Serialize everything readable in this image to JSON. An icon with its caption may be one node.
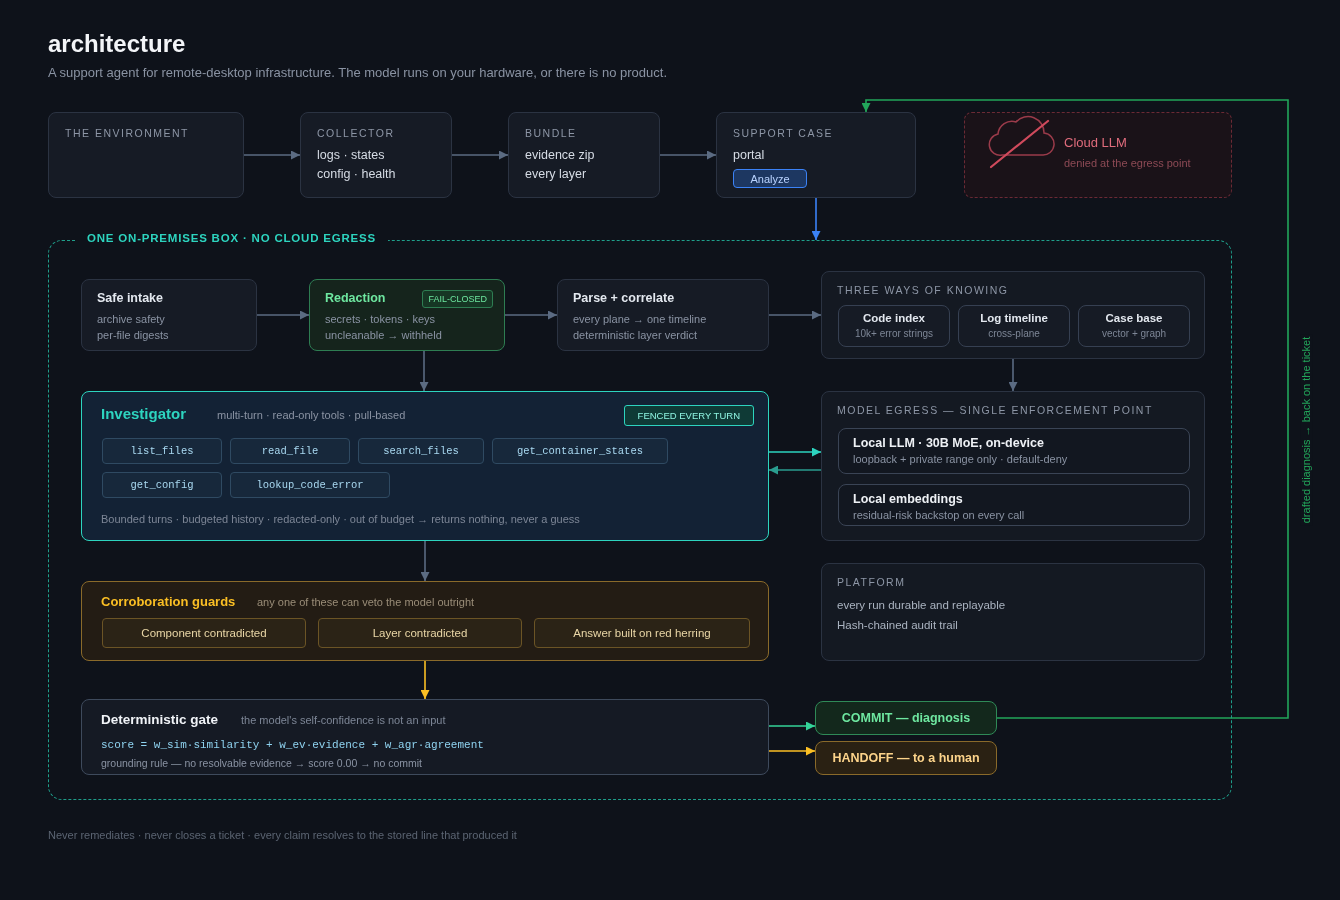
{
  "diagram": {
    "title": "architecture",
    "nodes": [
      {
        "text": [
          "THE ENVIRONMENT"
        ]
      },
      {
        "text": [
          "COLLECTOR",
          "logs · states config · health"
        ]
      },
      {
        "text": [
          "BUNDLE",
          "evidence zip every layer"
        ]
      },
      {
        "text": [
          "SUPPORT CASE",
          "portal"
        ]
      },
      {
        "text": [
          "Analyze"
        ],
        "in": 3
      },
      {
        "text": [
          "Cloud LLM",
          "denied at the egress point"
        ]
      },
      {
        "text": [
          "ONE ON-PREMISES BOX · NO CLOUD EGRESS"
        ]
      },
      {
        "text": [
          "Safe intake",
          "archive safety per-file digests"
        ],
        "in": 6
      },
      {
        "text": [
          "Redaction",
          "FAIL-CLOSED",
          "secrets · tokens · keys uncleanable → withheld"
        ],
        "in": 6
      },
      {
        "text": [
          "Parse + correlate",
          "every plane → one timeline deterministic layer verdict"
        ],
        "in": 6
      },
      {
        "text": [
          "THREE WAYS OF KNOWING"
        ],
        "in": 6
      },
      {
        "text": [
          "Code index",
          "10k+ error strings"
        ],
        "in": 10
      },
      {
        "text": [
          "Log timeline",
          "cross-plane"
        ],
        "in": 10
      },
      {
        "text": [
          "Case base",
          "vector + graph"
        ],
        "in": 10
      },
      {
        "text": [
          "Investigator",
          "multi-turn · read-only tools · pull-based",
          "FENCED EVERY TURN",
          "Bounded turns · budgeted history · redacted-only · out of budget → returns nothing, never a guess"
        ],
        "in": 6
      },
      {
        "text": [
          "list_files"
        ],
        "in": 14
      },
      {
        "text": [
          "read_file"
        ],
        "in": 14
      },
      {
        "text": [
          "search_files"
        ],
        "in": 14
      },
      {
        "text": [
          "get_container_states"
        ],
        "in": 14
      },
      {
        "text": [
          "get_config"
        ],
        "in": 14
      },
      {
        "text": [
          "lookup_code_error"
        ],
        "in": 14
      },
      {
        "text": [
          "MODEL EGRESS — SINGLE ENFORCEMENT POINT"
        ],
        "in": 6
      },
      {
        "text": [
          "Local LLM · 30B MoE, on-device",
          "loopback + private range only · default-deny"
        ],
        "in": 21
      },
      {
        "text": [
          "Local embeddings",
          "residual-risk backstop on every call"
        ],
        "in": 21
      },
      {
        "text": [
          "Corroboration guards",
          "any one of these can veto the model outright"
        ],
        "in": 6
      },
      {
        "text": [
          "Component contradicted"
        ],
        "in": 24
      },
      {
        "text": [
          "Layer contradicted"
        ],
        "in": 24
      },
      {
        "text": [
          "Answer built on red herring"
        ],
        "in": 24
      },
      {
        "text": [
          "PLATFORM",
          "every run durable and replayable",
          "Hash-chained audit trail"
        ],
        "in": 6
      },
      {
        "text": [
          "Deterministic gate",
          "the model's self-confidence is not an input",
          "score = w_sim·similarity + w_ev·evidence + w_agr·agreement",
          "grounding rule — no resolvable evidence → score 0.00 → no commit"
        ],
        "in": 6
      },
      {
        "text": [
          "COMMIT — diagnosis"
        ],
        "in": 6
      },
      {
        "text": [
          "HANDOFF — to a human"
        ],
        "in": 6
      }
    ],
    "edges": [
      {
        "from": 0,
        "to": 1,
        "arrow": "to"
      },
      {
        "from": 1,
        "to": 2,
        "arrow": "to"
      },
      {
        "from": 2,
        "to": 3,
        "arrow": "to"
      },
      {
        "from": 3,
        "to": 6,
        "arrow": "to",
        "color": "#3b82f6"
      },
      {
        "from": 7,
        "to": 8,
        "arrow": "to"
      },
      {
        "from": 8,
        "to": 9,
        "arrow": "to"
      },
      {
        "from": 9,
        "to": 10,
        "arrow": "to"
      },
      {
        "from": 8,
        "to": 14,
        "arrow": "to"
      },
      {
        "from": 10,
        "to": 21,
        "arrow": "to"
      },
      {
        "from": 14,
        "to": 21,
        "arrow": "to",
        "color": "#2dd4bf"
      },
      {
        "from": 21,
        "to": 14,
        "arrow": "to",
        "color": "#2a9d8f"
      },
      {
        "from": 14,
        "to": 24,
        "arrow": "to"
      },
      {
        "from": 24,
        "to": 29,
        "arrow": "to",
        "color": "#fbbf24"
      },
      {
        "from": 29,
        "to": 30,
        "arrow": "to",
        "color": "#34d399"
      },
      {
        "from": 29,
        "to": 31,
        "arrow": "to",
        "color": "#fbbf24"
      },
      {
        "from": 30,
        "to": 3,
        "arrow": "to",
        "color": "#22a55a",
        "label": "drafted diagnosis → back on the ticket"
      }
    ],
    "labels": [
      "A support agent for remote-desktop infrastructure. The model runs on your hardware, or there is no product.",
      "Never remediates · never closes a ticket · every claim resolves to the stored line that produced it"
    ]
  }
}
